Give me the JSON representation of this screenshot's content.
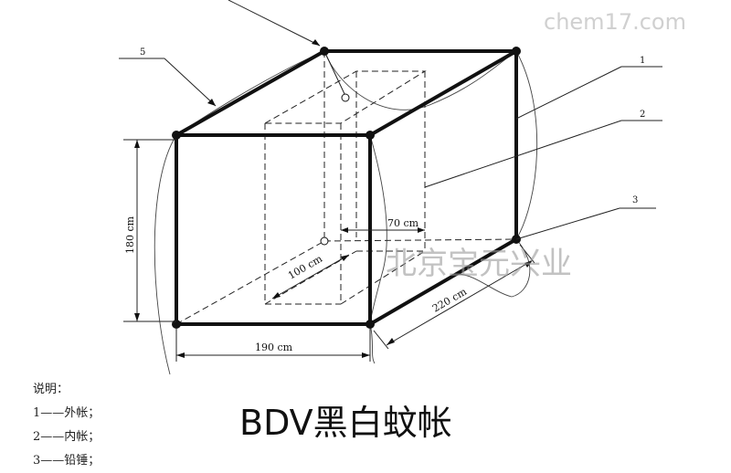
{
  "watermark_site": "chem17.com",
  "watermark_company": "北京宝元兴业",
  "dimensions": {
    "width": "190 cm",
    "height": "180 cm",
    "depth": "220 cm",
    "inner_width": "70 cm",
    "inner_depth": "100 cm"
  },
  "callouts": [
    "1",
    "2",
    "3",
    "5"
  ],
  "legend": {
    "heading": "说明：",
    "items": [
      "1——外帐；",
      "2——内帐；",
      "3——铅锤；"
    ]
  },
  "title": "BDV黑白蚊帐"
}
